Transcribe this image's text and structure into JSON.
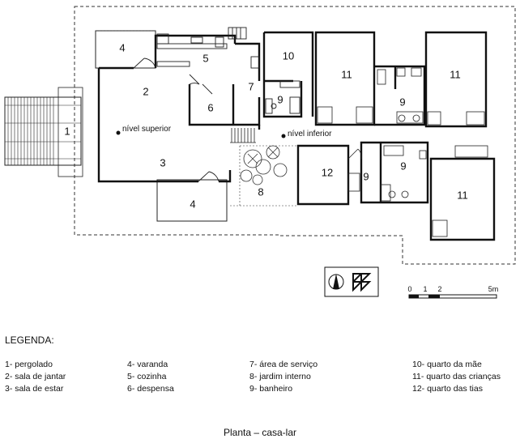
{
  "plan": {
    "rooms": [
      {
        "id": "r1a",
        "num": "4"
      },
      {
        "id": "r2",
        "num": "5"
      },
      {
        "id": "r3",
        "num": "10"
      },
      {
        "id": "r4",
        "num": "11"
      },
      {
        "id": "r5",
        "num": "11"
      },
      {
        "id": "r6",
        "num": "2"
      },
      {
        "id": "r7",
        "num": "1"
      },
      {
        "id": "r8",
        "num": "7"
      },
      {
        "id": "r9",
        "num": "9"
      },
      {
        "id": "r10",
        "num": "6"
      },
      {
        "id": "r11",
        "num": "9"
      },
      {
        "id": "r12",
        "num": "3"
      },
      {
        "id": "r13",
        "num": "12"
      },
      {
        "id": "r14",
        "num": "9"
      },
      {
        "id": "r15",
        "num": "9"
      },
      {
        "id": "r16",
        "num": "8"
      },
      {
        "id": "r17",
        "num": "11"
      },
      {
        "id": "r18",
        "num": "4"
      }
    ],
    "level_upper": "nível superior",
    "level_lower": "nível inferior",
    "scale": {
      "t0": "0",
      "t1": "1",
      "t2": "2",
      "t5": "5m"
    }
  },
  "legend": {
    "title": "LEGENDA:",
    "col1": [
      "1- pergolado",
      "2- sala de jantar",
      "3- sala de estar"
    ],
    "col2": [
      "4- varanda",
      "5- cozinha",
      "6- despensa"
    ],
    "col3": [
      "7- área de serviço",
      "8- jardim interno",
      "9- banheiro"
    ],
    "col4": [
      "10- quarto da mãe",
      "11- quarto das crianças",
      "12- quarto das tias"
    ]
  },
  "caption": "Planta – casa-lar"
}
